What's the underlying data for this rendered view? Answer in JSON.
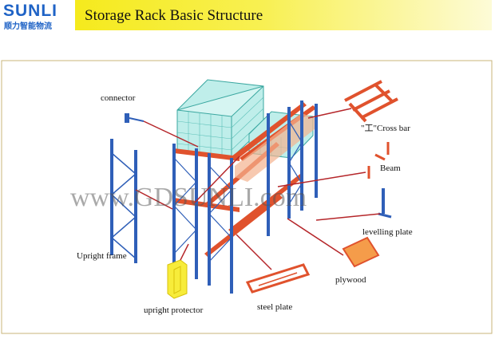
{
  "header": {
    "logo_text": "SUNLI",
    "logo_subtitle": "顺力智能物流",
    "title": "Storage Rack Basic Structure"
  },
  "watermark": "www.GDSUNLI.com",
  "labels": {
    "connector": "connector",
    "cross_bar": "\"工\"Cross bar",
    "beam": "Beam",
    "upright_frame": "Upright frame",
    "levelling_plate": "levelling plate",
    "plywood": "plywood",
    "upright_protector": "upright protector",
    "steel_plate": "steel plate"
  },
  "colors": {
    "brand_blue": "#1f63c6",
    "title_yellow": "#f5ea1d",
    "upright_blue": "#2f5fb8",
    "beam_orange": "#e0522d",
    "pallet_cyan": "#7fd6d0",
    "leader_red": "#b5262a"
  }
}
